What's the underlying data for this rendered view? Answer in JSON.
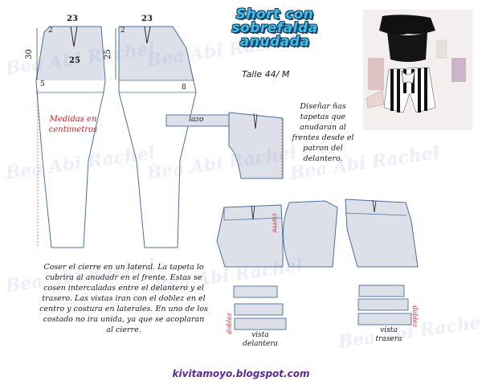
{
  "title": {
    "line1": "Short con",
    "line2": "sobrefalda",
    "line3": "anudada"
  },
  "size_label": "Talle 44/ M",
  "measure_note": "Medidas en centimetros",
  "front_pattern": {
    "dim_top_left": "2",
    "dim_dart": "23",
    "dim_height": "30",
    "dim_dart_bottom": "25",
    "dim_bottom_left": "5"
  },
  "back_pattern": {
    "dim_top_left": "2",
    "dim_dart": "23",
    "dim_height": "25",
    "dim_bottom_right": "8"
  },
  "lazo_label": "lazo",
  "tapeta_note": "Diseñar ñas tapetas que anudaran al frentes desde el patron del delantero.",
  "cierre_label": "cierre",
  "instructions": "Coser el cierre en un lateral. La tapeta lo cubrira al anudadr en el frente. Estas se cosen intercaladas entre el delantero y el trasero. Las vistas iran con el doblez en el centro y costura en laterales. En uno de los costado no ira unida, ya que se acoplaran al cierre.",
  "doblez_label": "doblez",
  "vista_delantera_label": "vista delantera",
  "vista_trasera_label": "vista trasera",
  "watermark": "Bea Abi Rachel",
  "url": "kivitamoyo.blogspot.com",
  "colors": {
    "piece_fill": "#dde0e8",
    "outline": "#4a6fa0",
    "title": "#3ec0e6",
    "red": "#d4202a",
    "url": "#5a2a96"
  }
}
